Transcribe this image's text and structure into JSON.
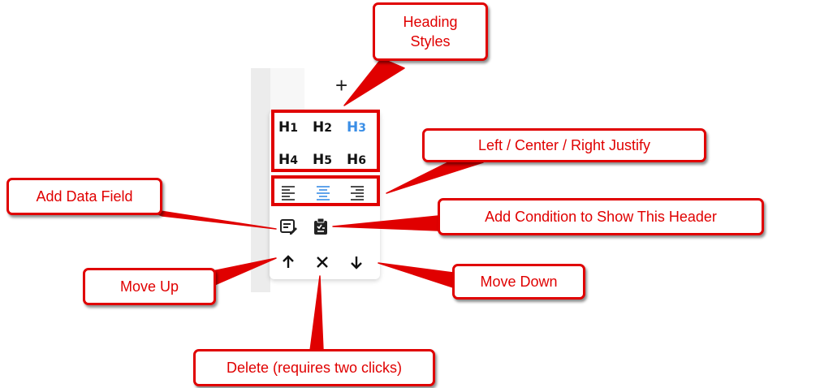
{
  "toolbar": {
    "add_label": "+",
    "headings": [
      {
        "letter": "H",
        "level": "1",
        "active": false
      },
      {
        "letter": "H",
        "level": "2",
        "active": false
      },
      {
        "letter": "H",
        "level": "3",
        "active": true
      },
      {
        "letter": "H",
        "level": "4",
        "active": false
      },
      {
        "letter": "H",
        "level": "5",
        "active": false
      },
      {
        "letter": "H",
        "level": "6",
        "active": false
      }
    ],
    "align_icons": [
      "align-left-icon",
      "align-center-icon",
      "align-right-icon"
    ],
    "active_align": "center",
    "field_icons": [
      "add-data-field-icon",
      "add-condition-icon"
    ],
    "move_icons": [
      "arrow-up-icon",
      "close-icon",
      "arrow-down-icon"
    ]
  },
  "callouts": {
    "heading_styles_line1": "Heading",
    "heading_styles_line2": "Styles",
    "justify": "Left / Center / Right Justify",
    "add_data_field": "Add Data Field",
    "add_condition": "Add Condition to Show This Header",
    "move_up": "Move Up",
    "move_down": "Move Down",
    "delete": "Delete (requires two clicks)"
  },
  "colors": {
    "accent": "#3a8ee6",
    "annotation": "#e00000"
  }
}
